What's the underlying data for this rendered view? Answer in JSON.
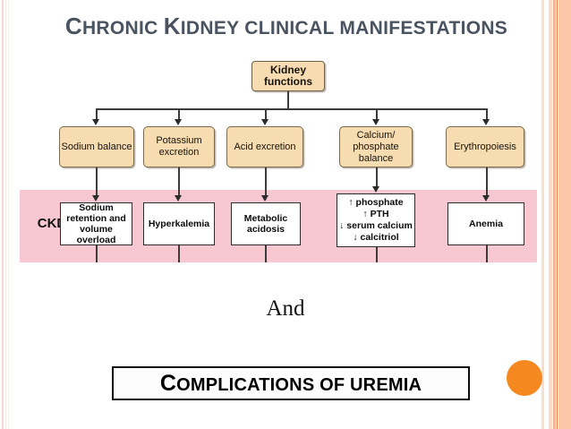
{
  "slide": {
    "title_lead": "C",
    "title_rest1": "HRONIC ",
    "title_k": "K",
    "title_rest2": "IDNEY CLINICAL MANIFESTATIONS",
    "title_full": "Chronic Kidney clinical manifestations",
    "conjunction": "And",
    "footer_lead": "C",
    "footer_rest": "OMPLICATIONS OF UREMIA",
    "footer_full": "Complications of uremia",
    "group_label": "CKD"
  },
  "colors": {
    "title": "#4a5360",
    "tan_box": "#f6dcb0",
    "pink_band": "#f7c7d2",
    "accent_orange": "#f5881f",
    "edge_peach": "#fcc7a9",
    "connector": "#3b3b3b"
  },
  "diagram": {
    "root": {
      "label": "Kidney functions",
      "line1": "Kidney",
      "line2": "functions"
    },
    "functions": [
      {
        "id": "sodium-balance",
        "line1": "Sodium balance",
        "line2": "",
        "line3": ""
      },
      {
        "id": "potassium-excretion",
        "line1": "Potassium",
        "line2": "excretion",
        "line3": ""
      },
      {
        "id": "acid-excretion",
        "line1": "Acid excretion",
        "line2": "",
        "line3": ""
      },
      {
        "id": "calcium-phosphate",
        "line1": "Calcium/",
        "line2": "phosphate",
        "line3": "balance"
      },
      {
        "id": "erythropoiesis",
        "line1": "Erythropoiesis",
        "line2": "",
        "line3": ""
      }
    ],
    "manifestations": [
      {
        "id": "sodium-retention",
        "line1": "Sodium",
        "line2": "retention and",
        "line3": "volume overload",
        "line4": ""
      },
      {
        "id": "hyperkalemia",
        "line1": "Hyperkalemia",
        "line2": "",
        "line3": "",
        "line4": ""
      },
      {
        "id": "metabolic-acidosis",
        "line1": "Metabolic",
        "line2": "acidosis",
        "line3": "",
        "line4": ""
      },
      {
        "id": "mineral-bone",
        "line1": "↑ phosphate",
        "line2": "↑ PTH",
        "line3": "↓ serum calcium",
        "line4": "↓ calcitriol"
      },
      {
        "id": "anemia",
        "line1": "Anemia",
        "line2": "",
        "line3": "",
        "line4": ""
      }
    ]
  }
}
